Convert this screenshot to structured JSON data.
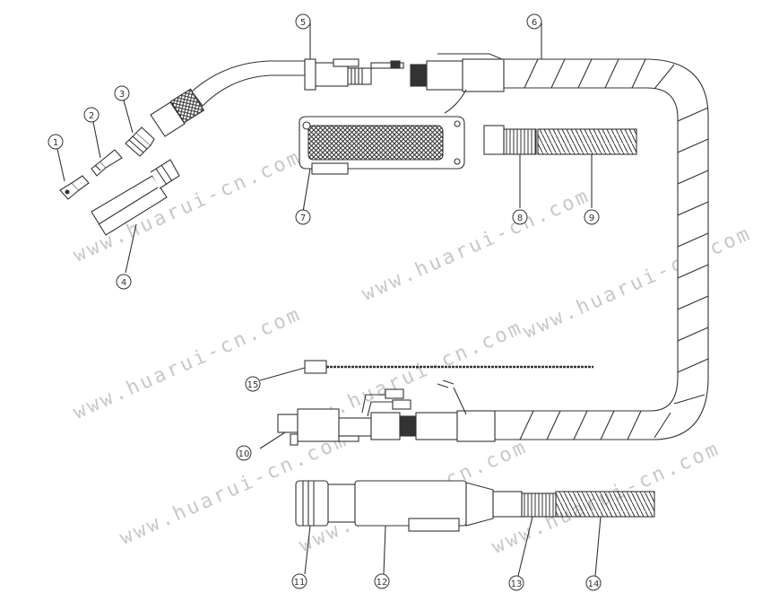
{
  "watermark_text": "www.huarui-cn.com",
  "callouts": [
    "1",
    "2",
    "3",
    "4",
    "5",
    "6",
    "7",
    "8",
    "9",
    "10",
    "11",
    "12",
    "13",
    "14",
    "15"
  ],
  "colors": {
    "line": "#333333",
    "background": "#ffffff",
    "watermark": "#9a9a9a"
  }
}
